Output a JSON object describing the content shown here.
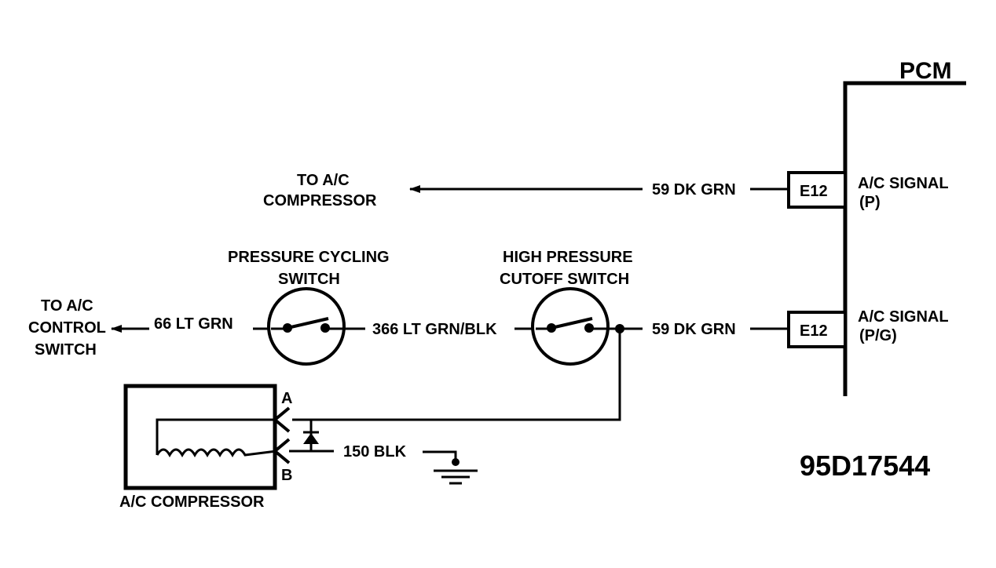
{
  "pcm": {
    "title": "PCM",
    "pins": [
      {
        "connector": "E12",
        "signal_line1": "A/C SIGNAL",
        "signal_line2": "(P)"
      },
      {
        "connector": "E12",
        "signal_line1": "A/C SIGNAL",
        "signal_line2": "(P/G)"
      }
    ]
  },
  "wires": {
    "top_dk_grn": "59 DK GRN",
    "bottom_dk_grn": "59 DK GRN",
    "lt_grn": "66 LT GRN",
    "lt_grn_blk": "366 LT GRN/BLK",
    "ground_blk": "150 BLK"
  },
  "destinations": {
    "compressor_line1": "TO A/C",
    "compressor_line2": "COMPRESSOR",
    "control_line1": "TO A/C",
    "control_line2": "CONTROL",
    "control_line3": "SWITCH"
  },
  "switches": {
    "pressure_cycling_line1": "PRESSURE CYCLING",
    "pressure_cycling_line2": "SWITCH",
    "high_pressure_line1": "HIGH PRESSURE",
    "high_pressure_line2": "CUTOFF SWITCH"
  },
  "compressor": {
    "label": "A/C COMPRESSOR",
    "terminal_a": "A",
    "terminal_b": "B"
  },
  "figure_id": "95D17544",
  "colors": {
    "ink": "#000000",
    "paper": "#ffffff"
  }
}
